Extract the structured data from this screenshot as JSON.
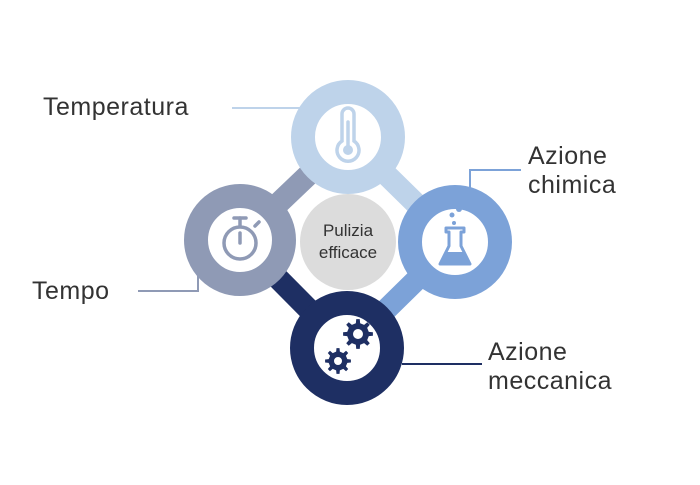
{
  "center": {
    "line1": "Pulizia",
    "line2": "efficace"
  },
  "factors": {
    "temperature": {
      "label": "Temperatura",
      "icon": "thermometer-icon"
    },
    "time": {
      "label": "Tempo",
      "icon": "stopwatch-icon"
    },
    "chemical": {
      "line1": "Azione",
      "line2": "chimica",
      "icon": "flask-icon"
    },
    "mechanical": {
      "line1": "Azione",
      "line2": "meccanica",
      "icon": "gears-icon"
    }
  },
  "colors": {
    "temperature": "#bed3ea",
    "time": "#8f9ab5",
    "chemical": "#7ca2d8",
    "mechanical": "#1e2f63",
    "center": "#dcdcdc",
    "text": "#333333"
  }
}
